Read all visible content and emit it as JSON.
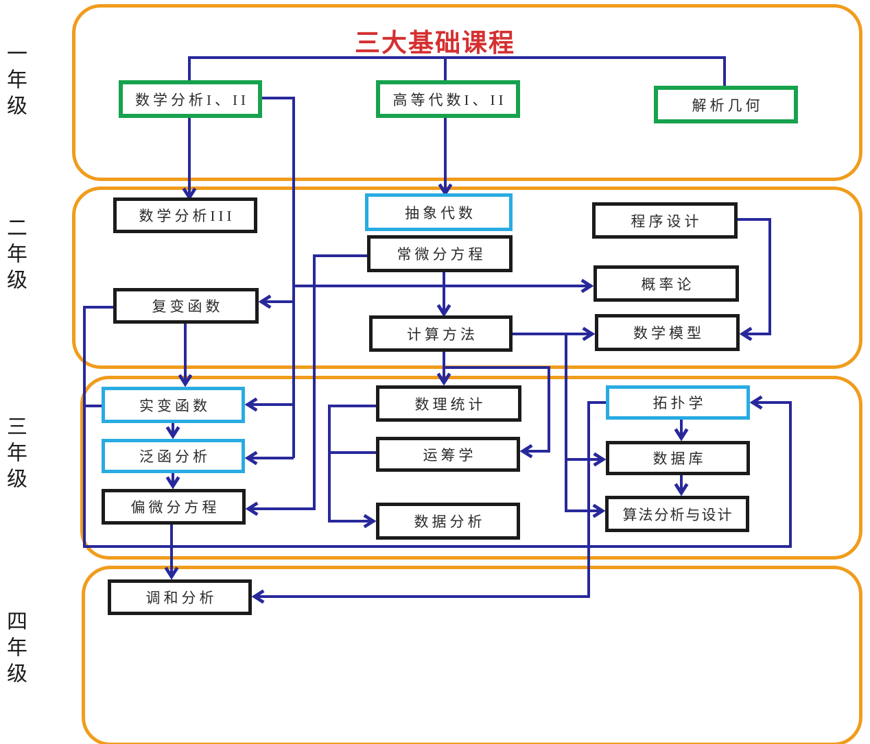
{
  "title": "三大基础课程",
  "years": [
    {
      "label": "一年级"
    },
    {
      "label": "二年级"
    },
    {
      "label": "三年级"
    },
    {
      "label": "四年级"
    }
  ],
  "courses": {
    "math_analysis_1_2": "数学分析I、II",
    "advanced_algebra_1_2": "高等代数I、II",
    "analytic_geometry": "解析几何",
    "math_analysis_3": "数学分析III",
    "abstract_algebra": "抽象代数",
    "programming": "程序设计",
    "ode": "常微分方程",
    "probability": "概率论",
    "complex_function": "复变函数",
    "computing_method": "计算方法",
    "math_model": "数学模型",
    "real_function": "实变函数",
    "functional_analysis": "泛函分析",
    "pde": "偏微分方程",
    "math_statistics": "数理统计",
    "operations_research": "运筹学",
    "data_analysis": "数据分析",
    "topology": "拓扑学",
    "database": "数据库",
    "algorithm_design": "算法分析与设计",
    "harmonic_analysis": "调和分析"
  },
  "edges": [
    {
      "from": "数学分析I、II",
      "to": "数学分析III"
    },
    {
      "from": "高等代数I、II",
      "to": "抽象代数"
    },
    {
      "from": "数学分析I、II",
      "to": "复变函数"
    },
    {
      "from": "数学分析I、II",
      "to": "概率论"
    },
    {
      "from": "数学分析I、II",
      "to": "实变函数"
    },
    {
      "from": "数学分析I、II",
      "to": "泛函分析"
    },
    {
      "from": "常微分方程",
      "to": "计算方法"
    },
    {
      "from": "常微分方程",
      "to": "偏微分方程"
    },
    {
      "from": "程序设计",
      "to": "数学模型"
    },
    {
      "from": "计算方法",
      "to": "数学模型"
    },
    {
      "from": "计算方法",
      "to": "数理统计"
    },
    {
      "from": "计算方法",
      "to": "运筹学"
    },
    {
      "from": "计算方法",
      "to": "数据库"
    },
    {
      "from": "计算方法",
      "to": "算法分析与设计"
    },
    {
      "from": "复变函数",
      "to": "实变函数"
    },
    {
      "from": "复变函数",
      "to": "拓扑学"
    },
    {
      "from": "实变函数",
      "to": "泛函分析"
    },
    {
      "from": "泛函分析",
      "to": "偏微分方程"
    },
    {
      "from": "偏微分方程",
      "to": "调和分析"
    },
    {
      "from": "数理统计",
      "to": "数据分析"
    },
    {
      "from": "运筹学",
      "to": "数据分析"
    },
    {
      "from": "拓扑学",
      "to": "数据库"
    },
    {
      "from": "数据库",
      "to": "算法分析与设计"
    },
    {
      "from": "拓扑学",
      "to": "调和分析"
    },
    {
      "linked_group": [
        "数学分析I、II",
        "高等代数I、II",
        "解析几何"
      ]
    }
  ],
  "colors": {
    "arrow": "#28289b",
    "year_frame": "#f09c1c",
    "basic_course_border": "#17a24e",
    "highlight_course_border": "#29abe2",
    "normal_course_border": "#1b1b1b",
    "title_red": "#d53031"
  }
}
